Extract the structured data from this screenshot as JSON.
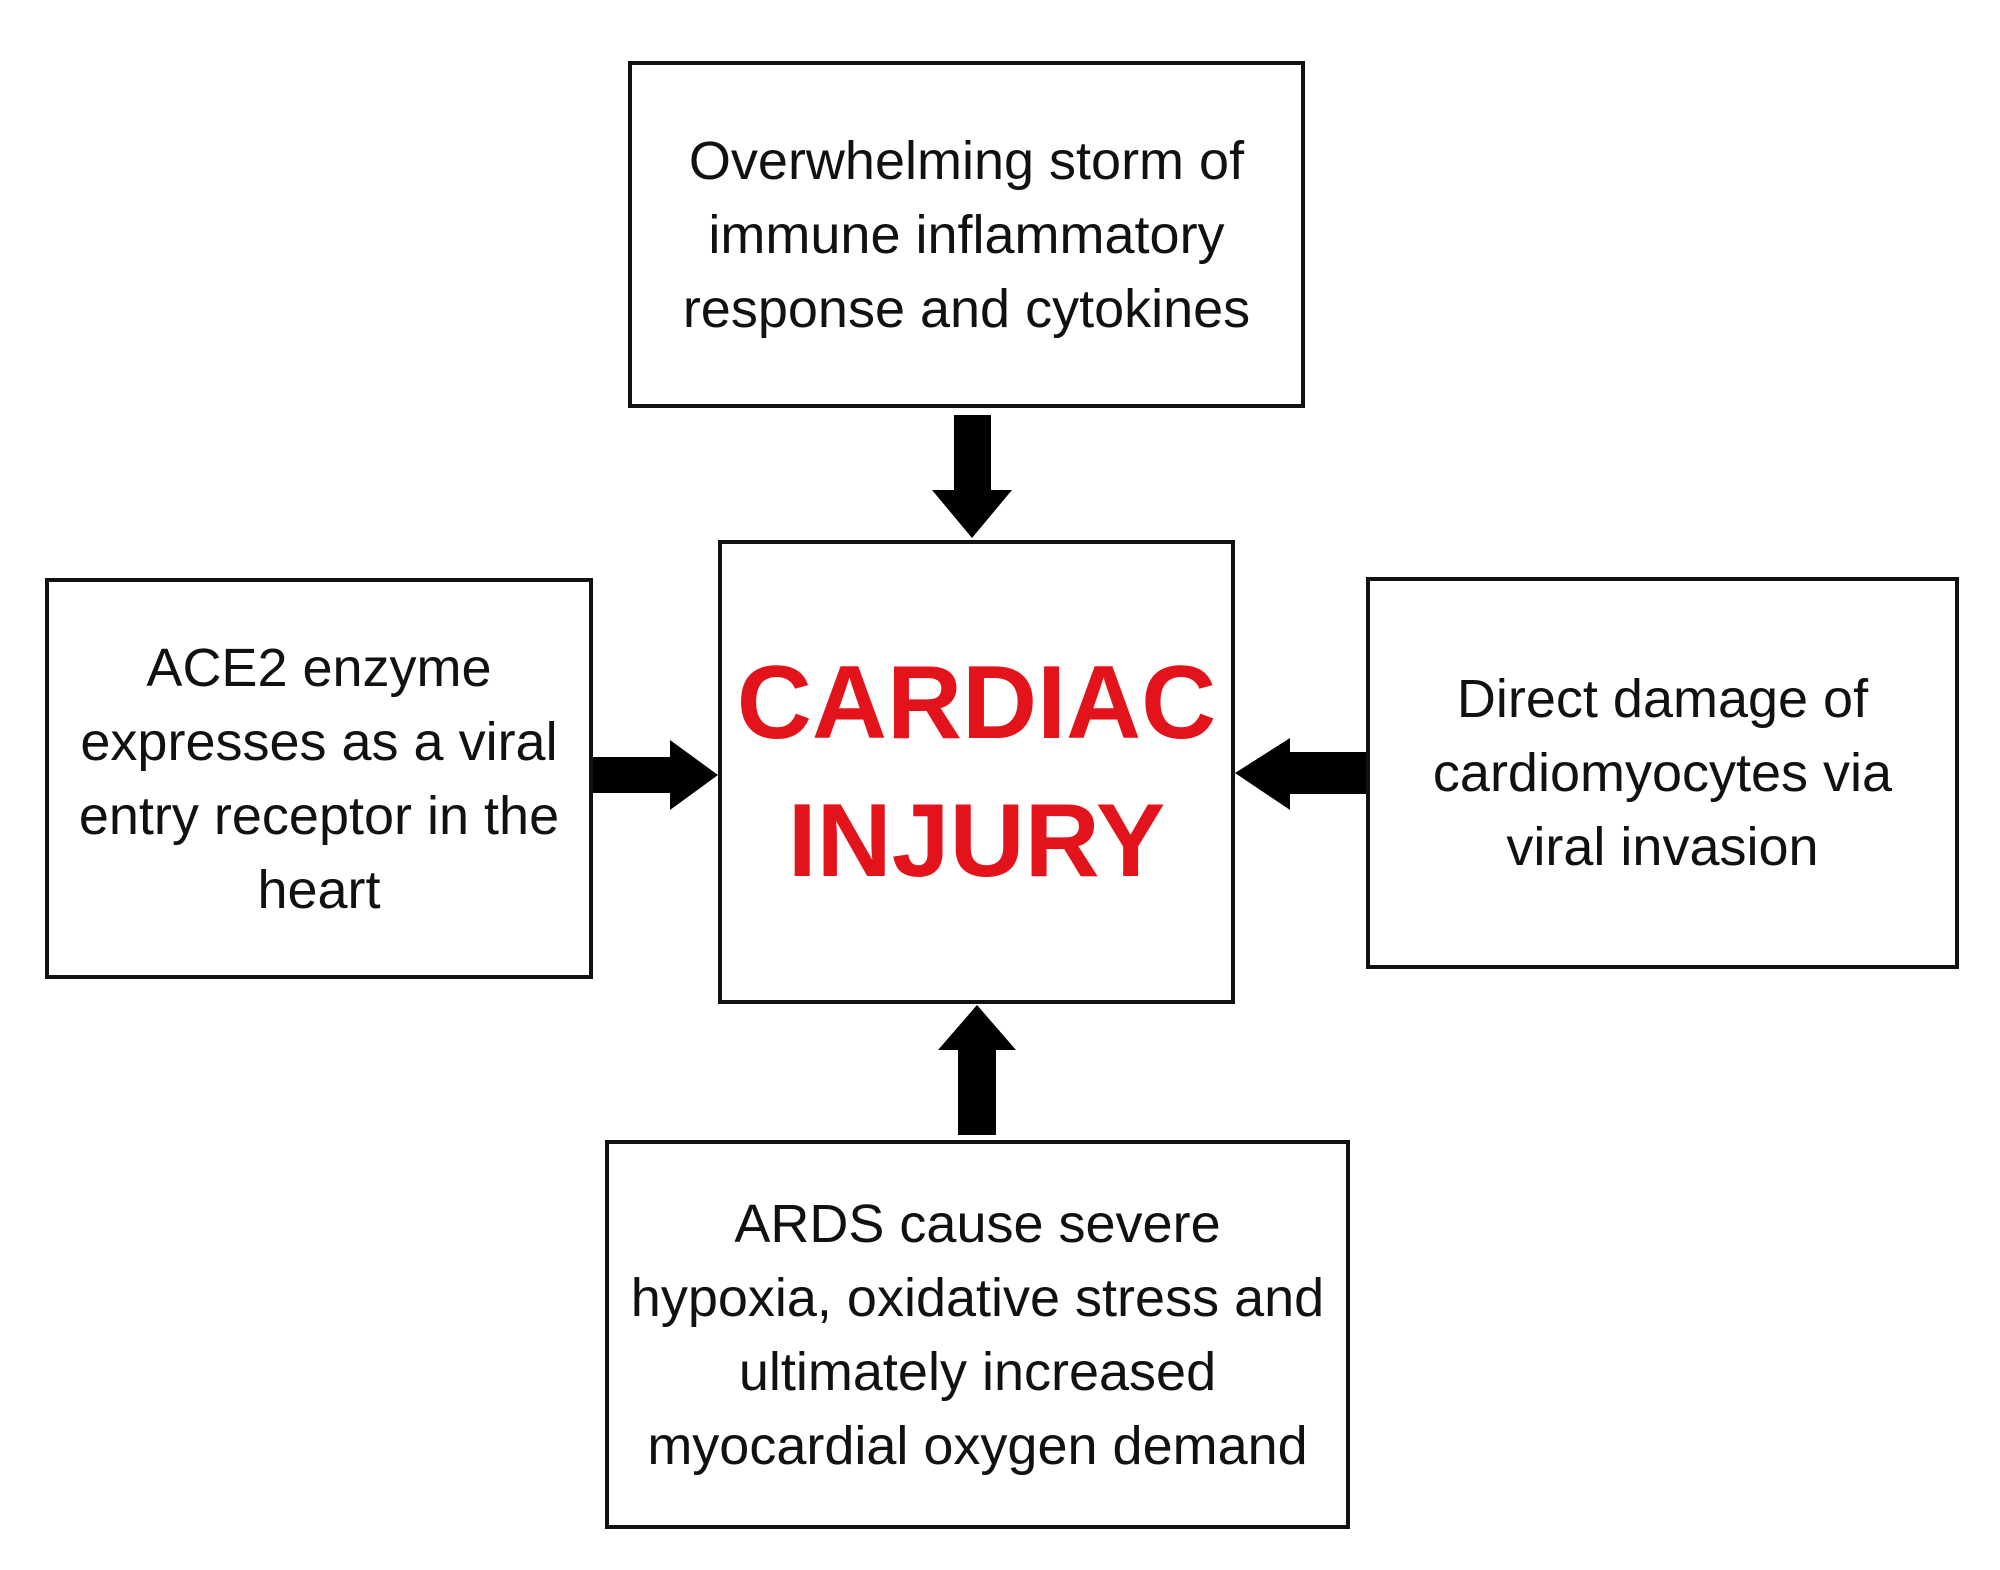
{
  "diagram": {
    "center": {
      "line1": "CARDIAC",
      "line2": "INJURY",
      "color": "#e3131b"
    },
    "top": "Overwhelming storm of immune inflammatory response and cytokines",
    "left": "ACE2 enzyme expresses as a viral entry receptor in the heart",
    "right": "Direct damage of cardiomyocytes via viral invasion",
    "bottom": "ARDS cause severe hypoxia, oxidative stress and ultimately increased myocardial oxygen demand"
  }
}
